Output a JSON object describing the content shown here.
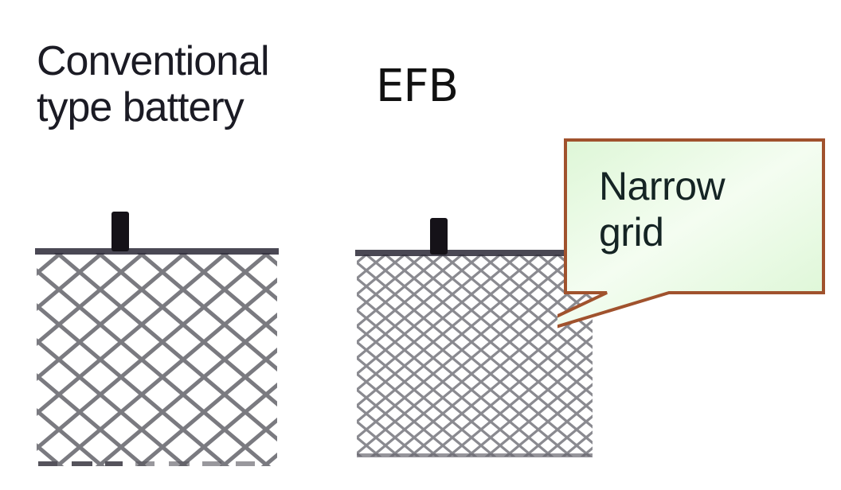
{
  "labels": {
    "conventional_line1": "Conventional",
    "conventional_line2": "type battery",
    "efb": "EFB"
  },
  "callout": {
    "line1": "Narrow",
    "line2": "grid",
    "fill_color": "#dff7d8",
    "border_color": "#a0522d"
  },
  "plates": {
    "conventional": {
      "name": "conventional-grid",
      "mesh": "wide diamond mesh"
    },
    "efb": {
      "name": "efb-grid",
      "mesh": "narrow diamond mesh"
    }
  },
  "colors": {
    "text": "#1b1b24",
    "frame": "#2a2836",
    "mesh": "#7a7a80"
  }
}
